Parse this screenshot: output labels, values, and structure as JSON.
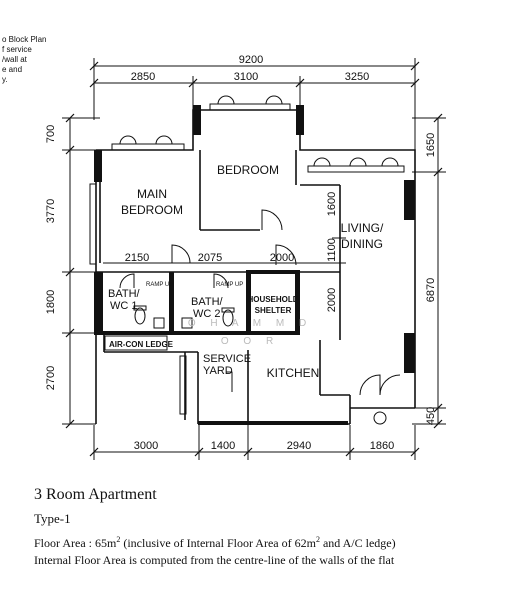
{
  "corner_note": [
    "o Block Plan",
    "f service",
    "/wall at",
    "e and",
    "y."
  ],
  "dimensions": {
    "overall_width": "9200",
    "top": [
      "2850",
      "3100",
      "3250"
    ],
    "bottom": [
      "3000",
      "1400",
      "2940",
      "1860"
    ],
    "left": [
      "700",
      "3770",
      "1800",
      "2700"
    ],
    "right": [
      "1650",
      "6870",
      "450"
    ],
    "interior": [
      "2150",
      "2075",
      "2000",
      "1600",
      "1100",
      "2000"
    ]
  },
  "rooms": {
    "main_bedroom": [
      "MAIN",
      "BEDROOM"
    ],
    "bedroom": "BEDROOM",
    "living_dining": [
      "LIVING/",
      "DINING"
    ],
    "bath1": [
      "BATH/",
      "WC 1"
    ],
    "bath2": [
      "BATH/",
      "WC 2"
    ],
    "household_shelter": [
      "HOUSEHOLD",
      "SHELTER"
    ],
    "aircon_ledge": "AIR-CON LEDGE",
    "service_yard": [
      "SERVICE",
      "YARD"
    ],
    "kitchen": "KITCHEN",
    "ramp": "RAMP UP"
  },
  "watermark": [
    "O  H  A  M  M  D",
    "O  O  R"
  ],
  "caption": {
    "title": "3 Room Apartment",
    "type": "Type-1",
    "floor_area_prefix": "Floor Area : 65m",
    "floor_area_sup": "2",
    "floor_area_mid": " (inclusive of Internal Floor Area of 62m",
    "floor_area_sup2": "2",
    "floor_area_suffix": " and A/C ledge)",
    "note": "Internal Floor Area is computed from the centre-line of the walls of the flat"
  }
}
